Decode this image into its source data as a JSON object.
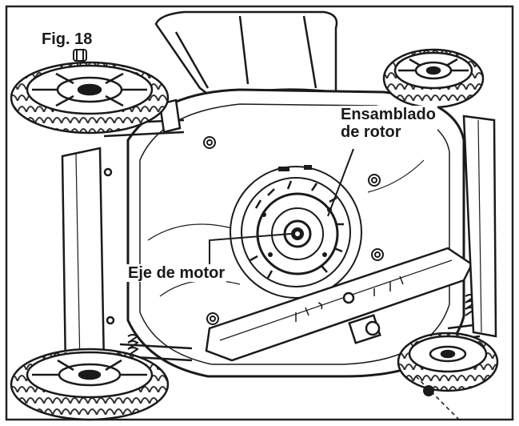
{
  "figure": {
    "label": "Fig. 18"
  },
  "callouts": {
    "rotor_line1": "Ensamblado",
    "rotor_line2": "de rotor",
    "motor_shaft": "Eje de motor"
  },
  "colors": {
    "ink": "#1a1a1a",
    "paper": "#ffffff",
    "frame": "#222222"
  }
}
